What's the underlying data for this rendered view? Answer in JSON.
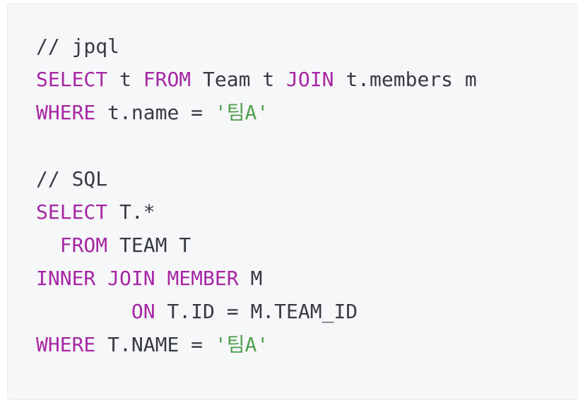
{
  "colors": {
    "page_background": "#ffffff",
    "code_background": "#f6f7f8",
    "code_border": "#ececee",
    "text": "#383a42",
    "keyword": "#a626a4",
    "string": "#50a14f"
  },
  "code": {
    "lines": [
      {
        "tokens": [
          {
            "t": "// jpql",
            "c": "plain"
          }
        ]
      },
      {
        "tokens": [
          {
            "t": "SELECT",
            "c": "keyword"
          },
          {
            "t": " t ",
            "c": "plain"
          },
          {
            "t": "FROM",
            "c": "keyword"
          },
          {
            "t": " Team t ",
            "c": "plain"
          },
          {
            "t": "JOIN",
            "c": "keyword"
          },
          {
            "t": " t.members m",
            "c": "plain"
          }
        ]
      },
      {
        "tokens": [
          {
            "t": "WHERE",
            "c": "keyword"
          },
          {
            "t": " t.name = ",
            "c": "plain"
          },
          {
            "t": "'팀A'",
            "c": "string"
          }
        ]
      },
      {
        "tokens": []
      },
      {
        "tokens": [
          {
            "t": "// SQL",
            "c": "plain"
          }
        ]
      },
      {
        "tokens": [
          {
            "t": "SELECT",
            "c": "keyword"
          },
          {
            "t": " T.*",
            "c": "plain"
          }
        ]
      },
      {
        "tokens": [
          {
            "t": "  ",
            "c": "plain"
          },
          {
            "t": "FROM",
            "c": "keyword"
          },
          {
            "t": " TEAM T",
            "c": "plain"
          }
        ]
      },
      {
        "tokens": [
          {
            "t": "INNER",
            "c": "keyword"
          },
          {
            "t": " ",
            "c": "plain"
          },
          {
            "t": "JOIN",
            "c": "keyword"
          },
          {
            "t": " ",
            "c": "plain"
          },
          {
            "t": "MEMBER",
            "c": "keyword"
          },
          {
            "t": " M",
            "c": "plain"
          }
        ]
      },
      {
        "tokens": [
          {
            "t": "        ",
            "c": "plain"
          },
          {
            "t": "ON",
            "c": "keyword"
          },
          {
            "t": " T.ID = M.TEAM_ID",
            "c": "plain"
          }
        ]
      },
      {
        "tokens": [
          {
            "t": "WHERE",
            "c": "keyword"
          },
          {
            "t": " T.NAME = ",
            "c": "plain"
          },
          {
            "t": "'팀A'",
            "c": "string"
          }
        ]
      }
    ]
  }
}
